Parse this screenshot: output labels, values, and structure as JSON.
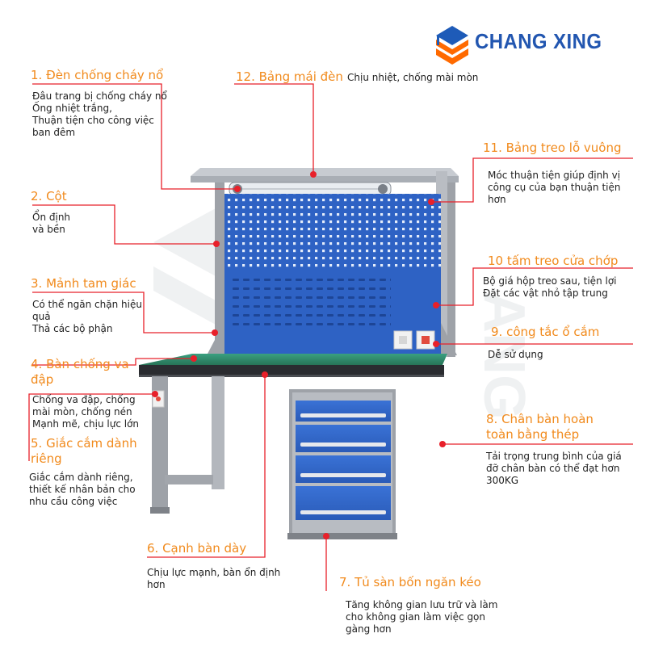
{
  "brand": {
    "name": "CHANG XING",
    "logo_color": "#ff6a00",
    "logo_accent": "#1e5bb8",
    "name_color": "#2256b0"
  },
  "colors": {
    "title": "#f18a1c",
    "leader": "#e8202a",
    "desc": "#222222",
    "panel_blue": "#2e62c4",
    "frame_gray": "#9ea2a8",
    "work_surface": "#2f8a6c"
  },
  "labels": [
    {
      "id": "den-chong-chay-no",
      "title": "1. Đèn chống cháy nổ",
      "desc": [
        "Đâu trang bị chống cháy nổ",
        "Ống nhiệt trắng,",
        "Thuận tiện cho công việc",
        "ban đêm"
      ]
    },
    {
      "id": "cot",
      "title": "2. Cột",
      "desc": [
        "Ổn định",
        "và bền"
      ]
    },
    {
      "id": "manh-tam-giac",
      "title": "3. Mảnh tam giác",
      "desc": [
        "Có thể ngăn chặn hiệu",
        "quả",
        "Thả các bộ phận"
      ]
    },
    {
      "id": "ban-chong-va-dap",
      "title": "4. Bàn chống va\nđập",
      "desc": [
        "Chống va đập, chống",
        "mài mòn, chống nén",
        "Mạnh mẽ, chịu lực lớn"
      ]
    },
    {
      "id": "giac-cam-danh-rieng",
      "title": "5. Giắc cắm dành\nriêng",
      "desc": [
        "Giắc cắm dành riêng,",
        "thiết kế nhân bản cho",
        "nhu cầu công việc"
      ]
    },
    {
      "id": "canh-ban-day",
      "title": "6. Cạnh bàn dày",
      "desc": [
        "Chịu lực mạnh, bàn ổn định",
        "hơn"
      ]
    },
    {
      "id": "tu-san-bon-ngan-keo",
      "title": "7. Tủ sàn bốn ngăn kéo",
      "desc": [
        "Tăng không gian lưu trữ và làm",
        "cho không gian làm việc gọn",
        "gàng hơn"
      ]
    },
    {
      "id": "chan-ban-hoan-toan-bang-thep",
      "title": "8. Chân bàn hoàn\ntoàn bằng thép",
      "desc": [
        "Tải trọng trung bình của giá",
        "đỡ chân bàn có thể đạt hơn",
        "300KG"
      ]
    },
    {
      "id": "cong-tac-o-cam",
      "title": "9. công tắc ổ cắm",
      "desc": [
        "Dễ sử dụng"
      ]
    },
    {
      "id": "tam-treo-cua-chop",
      "title": "10 tấm treo cửa chớp",
      "desc": [
        "Bộ giá hộp treo sau, tiện lợi",
        "Đặt các vật nhỏ tập trung"
      ]
    },
    {
      "id": "bang-treo-lo-vuong",
      "title": "11. Bảng treo lỗ vuông",
      "desc": [
        "Móc thuận tiện giúp định vị",
        "công cụ của bạn thuận tiện",
        "hơn"
      ]
    },
    {
      "id": "bang-mai-den",
      "title": "12. Bảng mái đèn",
      "desc": [
        "Chịu nhiệt, chống mài mòn"
      ]
    }
  ]
}
